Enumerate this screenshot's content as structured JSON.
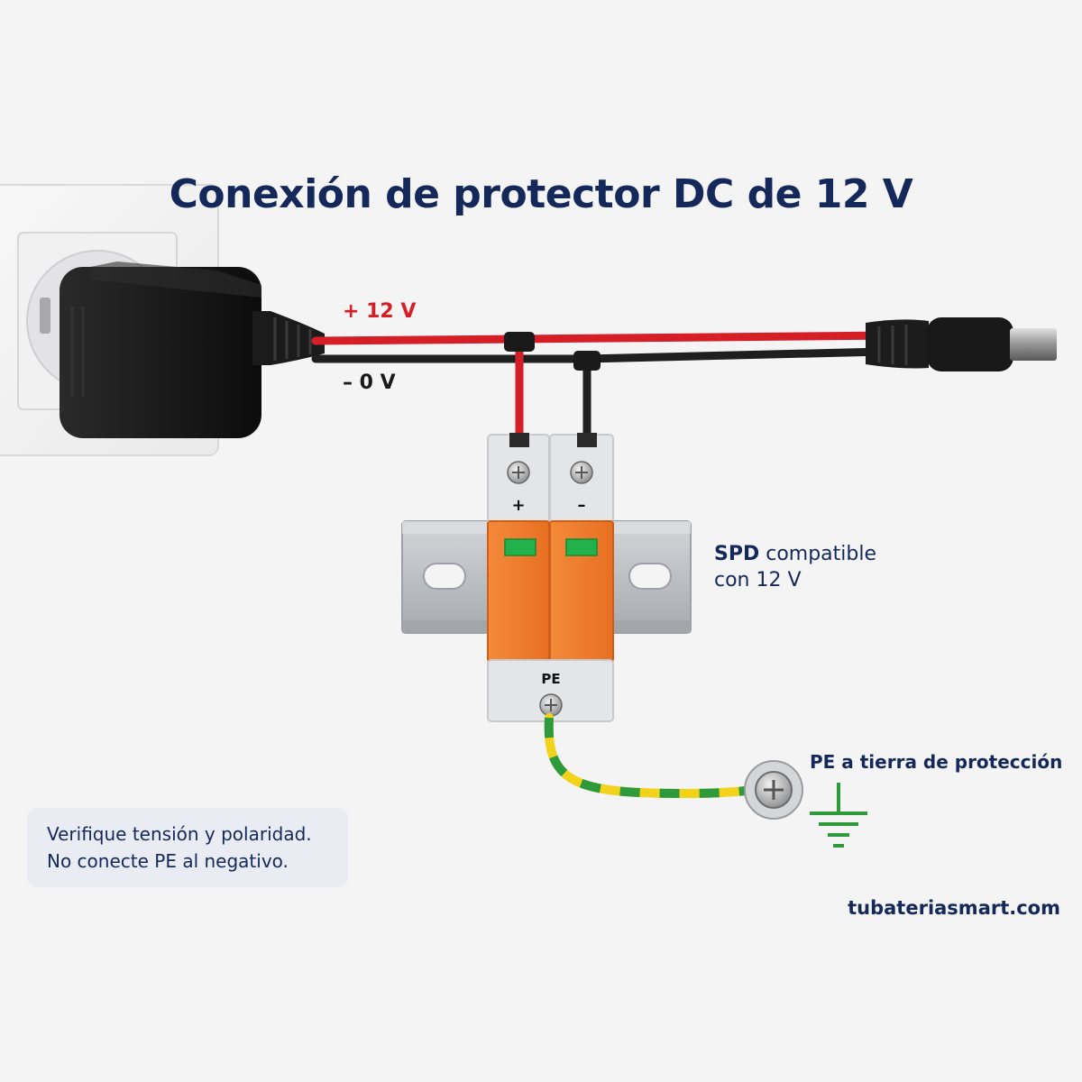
{
  "title": "Conexión de protector DC de 12 V",
  "wires": {
    "positive_label": "+ 12 V",
    "negative_label": "– 0 V",
    "positive_color": "#d41f26",
    "negative_color": "#1f1f1f",
    "pe_colors": [
      "#f2d21a",
      "#2e9a3c"
    ]
  },
  "spd": {
    "terminal_plus": "+",
    "terminal_minus": "–",
    "terminal_pe": "PE",
    "label_line1_bold": "SPD",
    "label_line1_rest": " compatible",
    "label_line2": "con 12 V",
    "body_color": "#f07a2c",
    "window_color": "#22b24c"
  },
  "earth": {
    "label": "PE a tierra de protección",
    "symbol_color": "#2e9a3c"
  },
  "note": {
    "line1": "Verifique tensión y polaridad.",
    "line2": "No conecte PE al negativo."
  },
  "website": "tubateriasmart.com",
  "colors": {
    "title": "#14285a",
    "background": "#f4f4f5"
  }
}
